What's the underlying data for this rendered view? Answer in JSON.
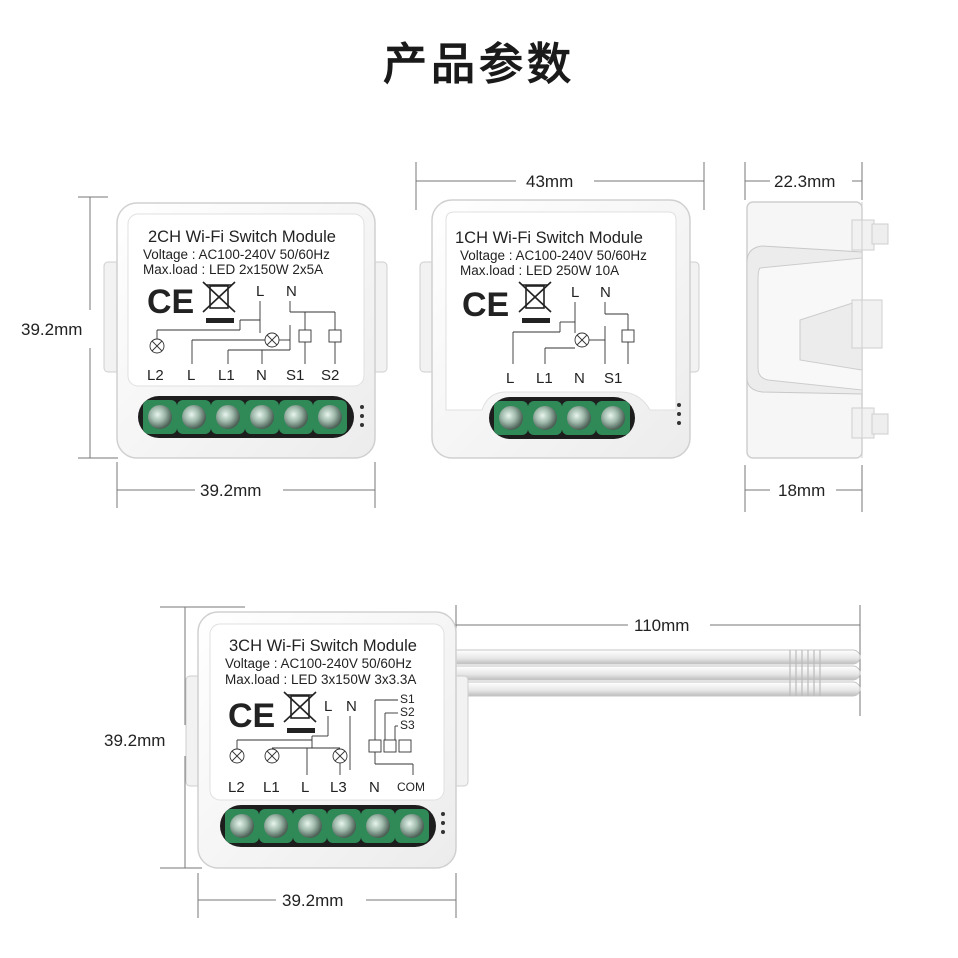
{
  "title": "产品参数",
  "dimensions": {
    "module_2ch_height": "39.2mm",
    "module_2ch_width": "39.2mm",
    "module_1ch_width": "43mm",
    "side_top": "22.3mm",
    "side_bottom": "18mm",
    "module_3ch_height": "39.2mm",
    "module_3ch_width": "39.2mm",
    "cable_length": "110mm"
  },
  "modules": {
    "m2ch": {
      "name": "2CH Wi-Fi Switch Module",
      "voltage": "Voltage : AC100-240V 50/60Hz",
      "maxload": "Max.load : LED 2x150W 2x5A",
      "ce": "CE",
      "top_terminals": [
        "L",
        "N"
      ],
      "terminals": [
        "L2",
        "L",
        "L1",
        "N",
        "S1",
        "S2"
      ]
    },
    "m1ch": {
      "name": "1CH Wi-Fi Switch Module",
      "voltage": "Voltage : AC100-240V 50/60Hz",
      "maxload": "Max.load : LED 250W 10A",
      "ce": "CE",
      "top_terminals": [
        "L",
        "N"
      ],
      "terminals": [
        "L",
        "L1",
        "N",
        "S1"
      ]
    },
    "m3ch": {
      "name": "3CH Wi-Fi Switch Module",
      "voltage": "Voltage : AC100-240V 50/60Hz",
      "maxload": "Max.load : LED 3x150W 3x3.3A",
      "ce": "CE",
      "top_terminals": [
        "L",
        "N"
      ],
      "switch_labels": [
        "S1",
        "S2",
        "S3"
      ],
      "terminals": [
        "L2",
        "L1",
        "L",
        "L3",
        "N",
        "COM"
      ]
    }
  }
}
